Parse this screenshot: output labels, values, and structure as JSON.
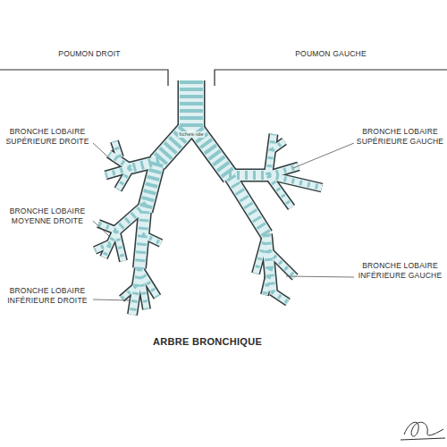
{
  "diagram": {
    "title": "ARBRE BRONCHIQUE",
    "labels": [
      "POUMON DROIT",
      "POUMON GAUCHE",
      "BRONCHE LOBAIRE SUPÉRIEURE DROITE",
      "BRONCHE LOBAIRE MOYENNE DROITE",
      "BRONCHE LOBAIRE INFÉRIEURE DROITE",
      "BRONCHE LOBAIRE SUPÉRIEURE GAUCHE",
      "BRONCHE LOBAIRE INFÉRIEURE GAUCHE",
      "fiches-ide"
    ]
  }
}
